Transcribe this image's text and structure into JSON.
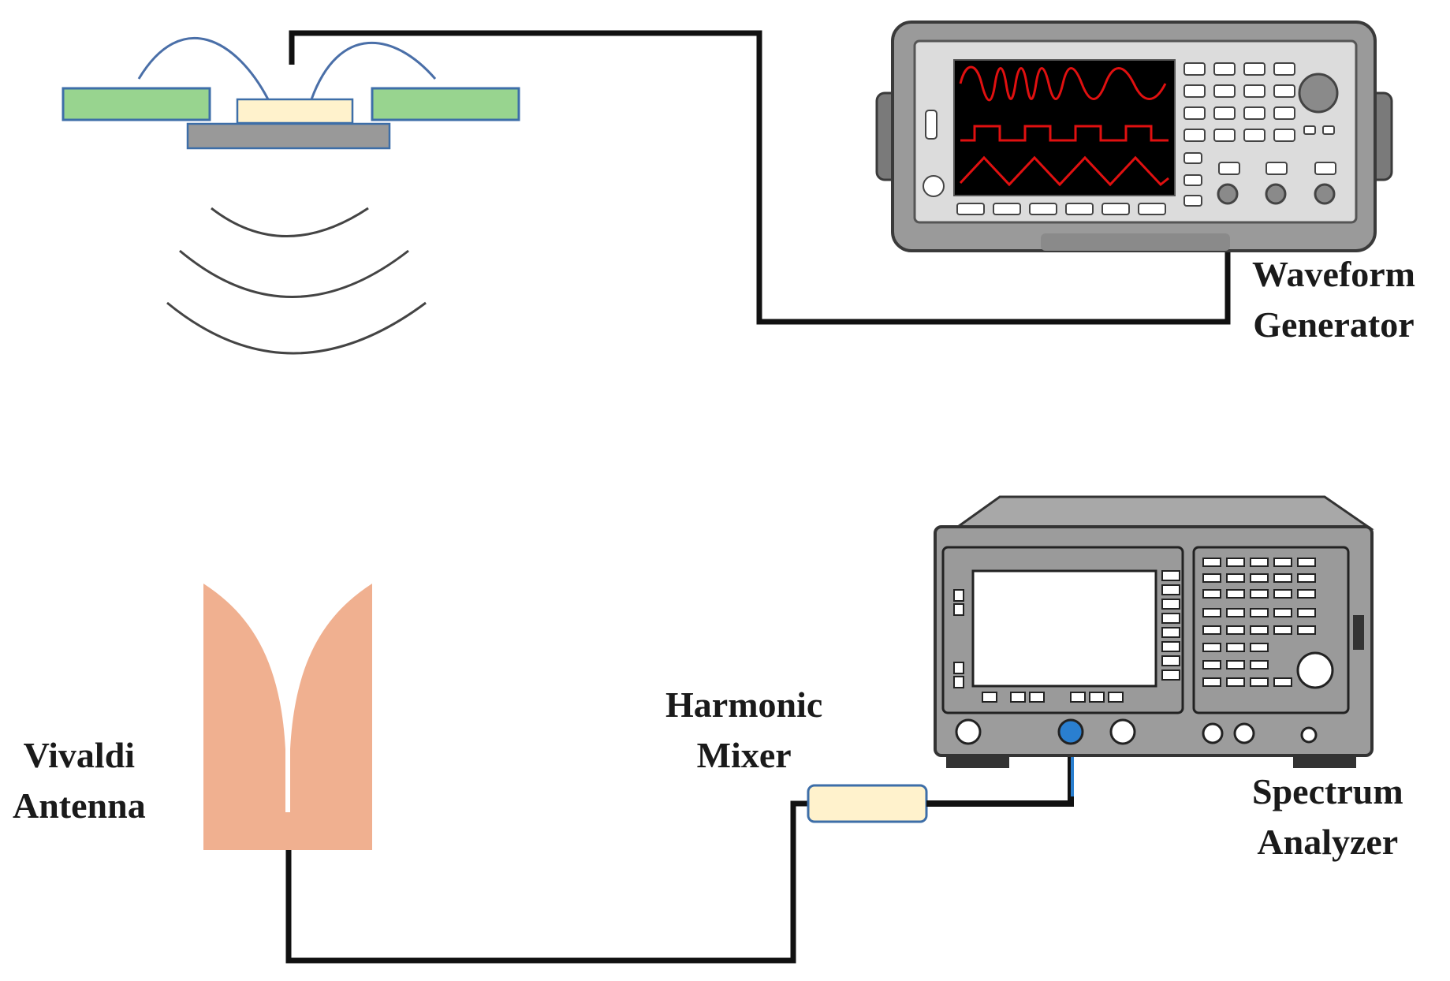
{
  "labels": {
    "waveform_generator": {
      "line1": "Waveform",
      "line2": "Generator"
    },
    "harmonic_mixer": {
      "line1": "Harmonic",
      "line2": "Mixer"
    },
    "vivaldi_antenna": {
      "line1": "Vivaldi",
      "line2": "Antenna"
    },
    "spectrum_analyzer": {
      "line1": "Spectrum",
      "line2": "Analyzer"
    }
  },
  "colors": {
    "substrate": "#98d48f",
    "substrate_edge": "#3d6ea8",
    "chip": "#fff2cc",
    "base": "#999999",
    "bond_wire": "#4a6fa8",
    "cable": "#111111",
    "antenna": "#f0b090",
    "signal_red": "#e01010",
    "screen": "#000000",
    "instrument_body": "#9a9a9a",
    "mixer": "#fff2cc",
    "mixer_edge": "#3d6ea8",
    "connector_blue": "#2a7fd0"
  }
}
